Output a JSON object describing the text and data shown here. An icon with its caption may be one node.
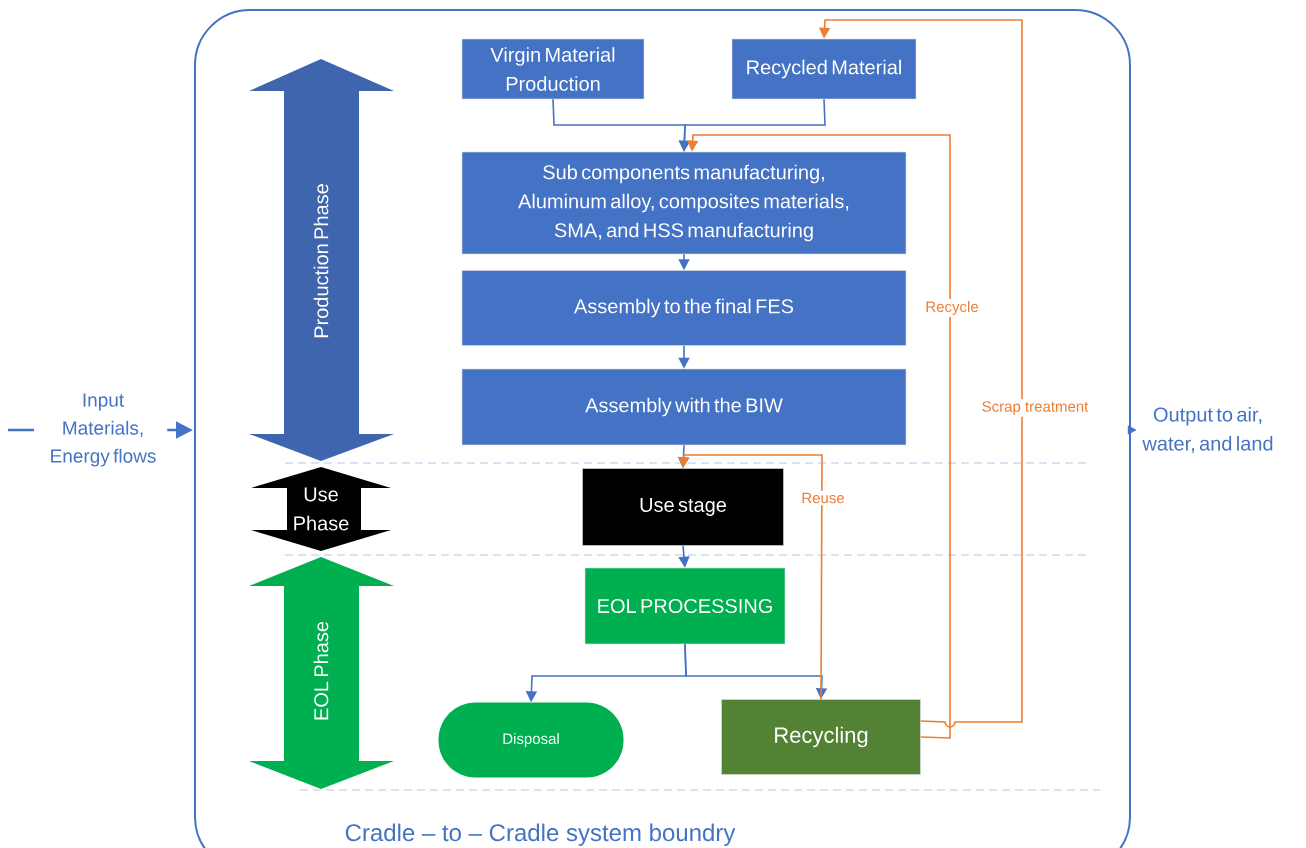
{
  "diagram": {
    "nodes": [
      {
        "text": [
          "Cradle – to – Cradle system boundry"
        ]
      },
      {
        "text": [
          "Production Phase"
        ],
        "in": 0
      },
      {
        "text": [
          "Use Phase"
        ],
        "in": 0
      },
      {
        "text": [
          "EOL Phase"
        ],
        "in": 0
      },
      {
        "text": [
          "Virgin Material Production"
        ],
        "in": 0
      },
      {
        "text": [
          "Recycled Material"
        ],
        "in": 0
      },
      {
        "text": [
          "Sub components manufacturing, Aluminum alloy, composites materials, SMA, and HSS manufacturing"
        ],
        "in": 0
      },
      {
        "text": [
          "Assembly to the final FES"
        ],
        "in": 0
      },
      {
        "text": [
          "Assembly with the BIW"
        ],
        "in": 0
      },
      {
        "text": [
          "Use stage"
        ],
        "in": 0
      },
      {
        "text": [
          "EOL PROCESSING"
        ],
        "in": 0
      },
      {
        "text": [
          "Disposal"
        ],
        "in": 0
      },
      {
        "text": [
          "Recycling"
        ],
        "in": 0
      },
      {
        "text": [
          "Input Materials, Energy flows"
        ]
      },
      {
        "text": [
          "Output to air, water, and land"
        ]
      }
    ],
    "edges": [
      {
        "from": 4,
        "to": 6,
        "arrow": "to"
      },
      {
        "from": 5,
        "to": 6,
        "arrow": "to"
      },
      {
        "from": 6,
        "to": 7,
        "arrow": "to"
      },
      {
        "from": 7,
        "to": 8,
        "arrow": "to"
      },
      {
        "from": 8,
        "to": 9,
        "arrow": "to"
      },
      {
        "from": 9,
        "to": 10,
        "arrow": "to"
      },
      {
        "from": 10,
        "to": 11,
        "arrow": "to"
      },
      {
        "from": 10,
        "to": 12,
        "arrow": "to"
      },
      {
        "from": 12,
        "to": 9,
        "arrow": "to",
        "label": "Reuse",
        "color": "#ed7d31"
      },
      {
        "from": 12,
        "to": 6,
        "arrow": "to",
        "label": "Recycle",
        "color": "#ed7d31"
      },
      {
        "from": 12,
        "to": 5,
        "arrow": "to",
        "label": "Scrap treatment",
        "color": "#ed7d31"
      },
      {
        "from": 13,
        "to": 0,
        "arrow": "to"
      },
      {
        "from": 0,
        "to": 14,
        "arrow": "to"
      }
    ]
  }
}
